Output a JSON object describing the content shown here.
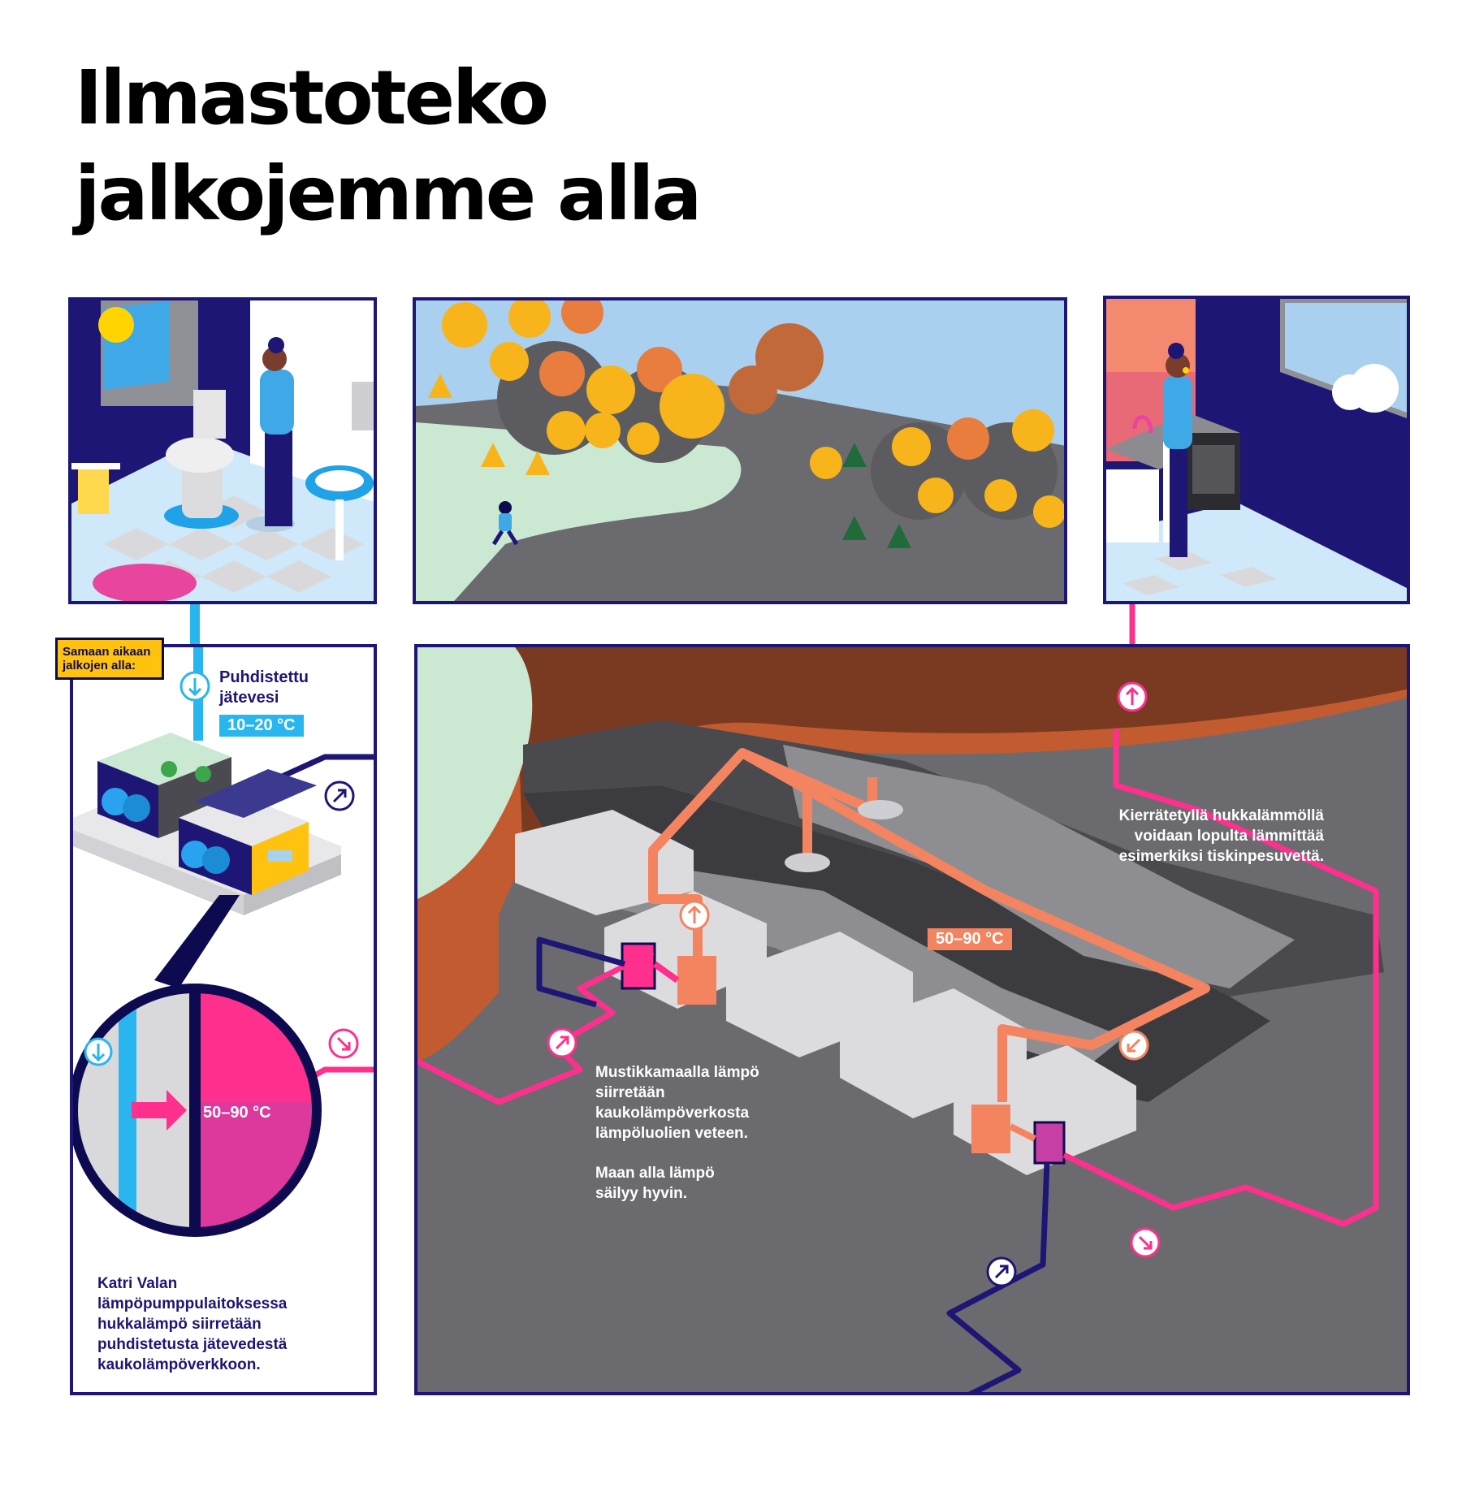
{
  "title": {
    "line1": "Ilmastoteko",
    "line2": "jalkojemme alla"
  },
  "tag": "Samaan aikaan jalkojen alla:",
  "left_panel": {
    "water_label": "Puhdistettu jätevesi",
    "water_temp": "10–20 °C",
    "heat_temp": "50–90 °C",
    "description": "Katri Valan lämpöpumppulaitoksessa hukkalämpö siirretään puhdistetusta jätevedestä kaukolämpöverkkoon."
  },
  "underground_panel": {
    "storage_text_1": "Mustikkamaalla lämpö siirretään kaukolämpöverkosta lämpöluolien veteen.",
    "storage_text_2": "Maan alla lämpö säilyy hyvin.",
    "cavern_temp": "50–90 °C",
    "reuse_text": "Kierrätetyllä hukkalämmöllä voidaan lopulta lämmittää esimerkiksi tiskinpesuvettä."
  },
  "colors": {
    "navy": "#1d1675",
    "cold_blue": "#29b6ef",
    "hot_pink": "#ff2f8e",
    "pipe_orange": "#f4845f",
    "tag_yellow": "#ffc20e",
    "ground_gray": "#6b6b6f"
  },
  "icons": [
    "arrow-down-icon",
    "arrow-up-icon",
    "arrow-up-right-icon",
    "arrow-down-right-icon",
    "arrow-down-left-icon",
    "arrow-right-icon"
  ]
}
